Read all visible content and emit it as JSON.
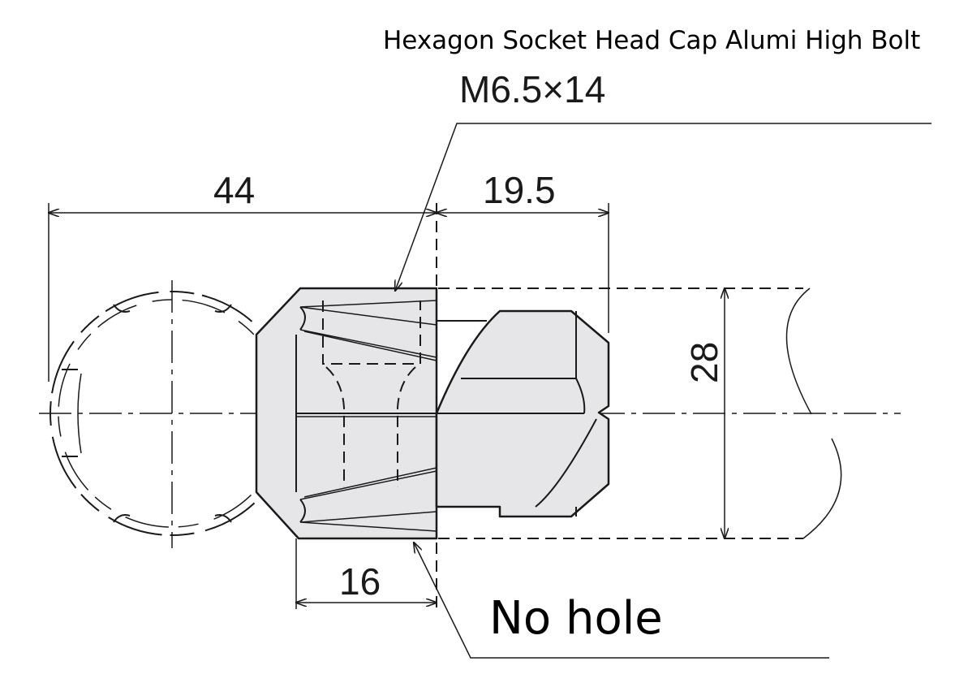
{
  "title": "Hexagon Socket Head Cap Alumi High Bolt",
  "bolt_spec": "M6.5×14",
  "dimensions": {
    "width_left": "44",
    "width_right": "19.5",
    "height": "28",
    "depth": "16"
  },
  "note": "No hole",
  "colors": {
    "part_fill": "#e6e6e8",
    "line": "#1a1a1a"
  }
}
